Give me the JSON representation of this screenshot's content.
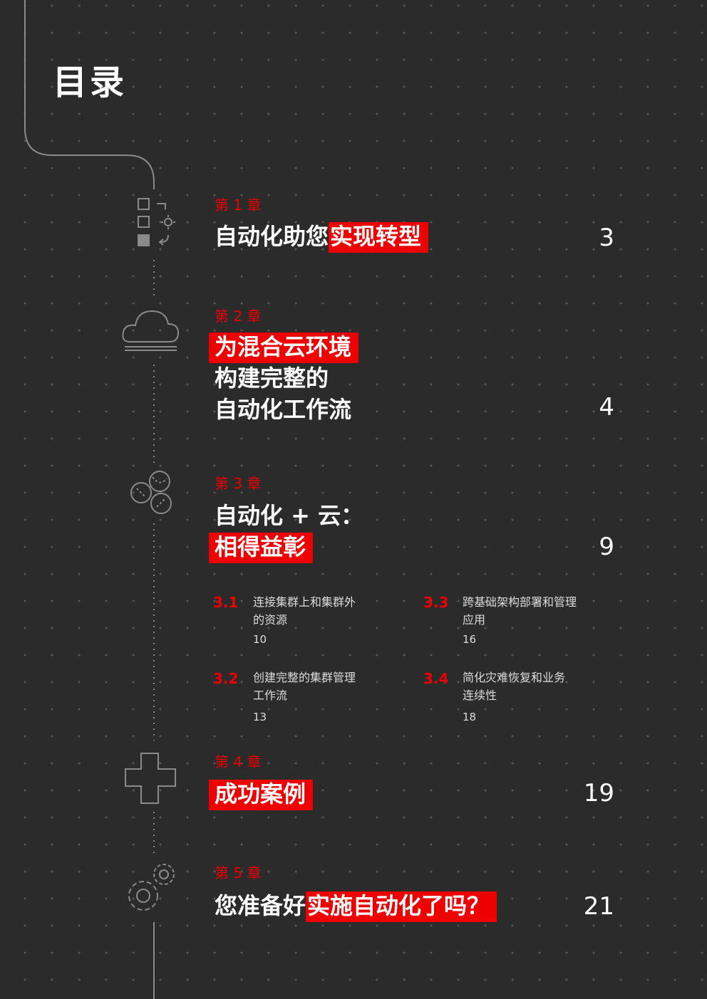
{
  "page_title": "目录",
  "chapters": [
    {
      "label": "第 1 章",
      "title_plain": "自动化助您",
      "title_hl": "实现转型",
      "page": "3",
      "icon": "automation-workflow-icon"
    },
    {
      "label": "第 2 章",
      "title_hl": "为混合云环境",
      "title_line2": "构建完整的",
      "title_line3": "自动化工作流",
      "page": "4",
      "icon": "cloud-icon"
    },
    {
      "label": "第 3 章",
      "title_line1": "自动化 + 云：",
      "title_hl": "相得益彰",
      "page": "9",
      "icon": "circles-icon"
    },
    {
      "label": "第 4 章",
      "title_hl": "成功案例",
      "page": "19",
      "icon": "plus-icon"
    },
    {
      "label": "第 5 章",
      "title_plain": "您准备好",
      "title_hl": "实施自动化了吗？",
      "page": "21",
      "icon": "gears-icon"
    }
  ],
  "sections": [
    {
      "num": "3.1",
      "title1": "连接集群上和集群外",
      "title2": "的资源",
      "page": "10"
    },
    {
      "num": "3.2",
      "title1": "创建完整的集群管理",
      "title2": "工作流",
      "page": "13"
    },
    {
      "num": "3.3",
      "title1": "跨基础架构部署和管理",
      "title2": "应用",
      "page": "16"
    },
    {
      "num": "3.4",
      "title1": "简化灾难恢复和业务",
      "title2": "连续性",
      "page": "18"
    }
  ],
  "colors": {
    "background": "#2b2b2c",
    "accent": "#ee0000",
    "text": "#ffffff",
    "line": "#8a8a8a"
  }
}
